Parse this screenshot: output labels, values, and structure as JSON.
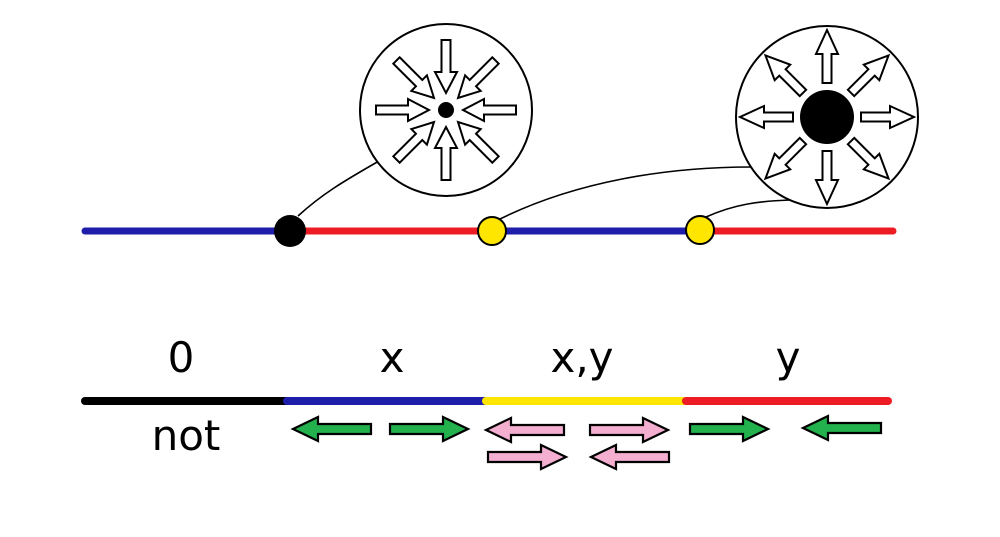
{
  "palette": {
    "blue": "#1e1eaa",
    "red": "#ed1c24",
    "yellow": "#ffe600",
    "green": "#22b14c",
    "pink": "#f4aed0",
    "black": "#000000",
    "white": "#ffffff"
  },
  "regions": [
    {
      "label": "0",
      "color": "black",
      "note": "not"
    },
    {
      "label": "x",
      "color": "blue"
    },
    {
      "label": "x,y",
      "color": "yellow"
    },
    {
      "label": "y",
      "color": "red"
    }
  ],
  "icons": {
    "sink_inset": "circle-with-arrows-pointing-inward-to-small-dot",
    "source_inset": "circle-with-arrows-pointing-outward-from-large-dot",
    "flow_arrows": "left-and-right-direction-arrows"
  }
}
